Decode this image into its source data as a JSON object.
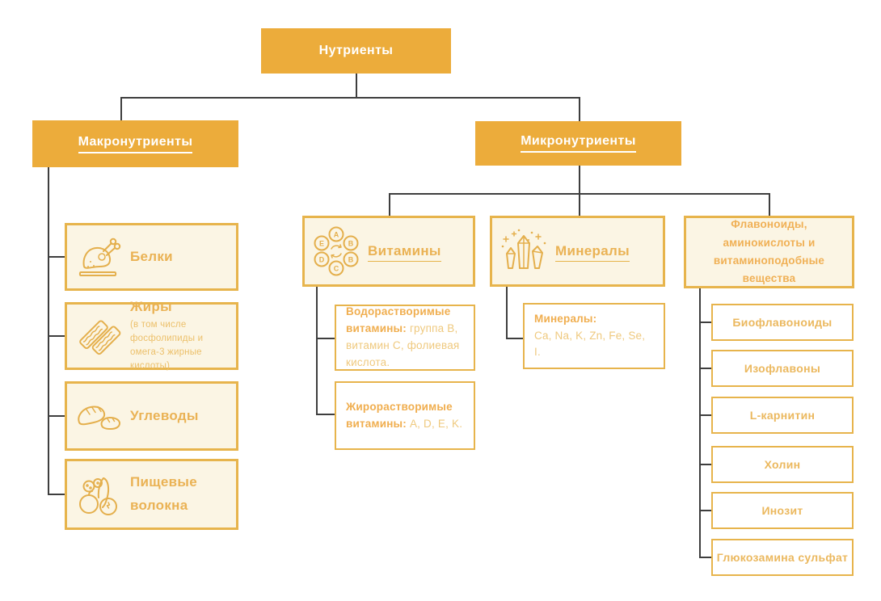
{
  "palette": {
    "accent_orange": "#ecac3b",
    "cream_fill": "#fbf5e4",
    "gold_border": "#e7b44c",
    "gold_text": "#eab254",
    "line_color": "#3e3e3e"
  },
  "root": {
    "label": "Нутриенты"
  },
  "branches": {
    "macro": {
      "label": "Макронутриенты",
      "children": [
        {
          "title": "Белки",
          "icon": "chicken-icon"
        },
        {
          "title": "Жиры",
          "subtitle": "(в том числе фосфолипиды и омега-3 жирные кислоты)",
          "icon": "bacon-icon"
        },
        {
          "title": "Углеводы",
          "icon": "bread-icon"
        },
        {
          "title": "Пищевые волокна",
          "icon": "fruits-icon"
        }
      ]
    },
    "micro": {
      "label": "Микронутриенты",
      "children": [
        {
          "title": "Витамины",
          "icon": "vitamins-icon",
          "icon_letters": [
            "A",
            "B",
            "B",
            "C",
            "D",
            "E"
          ],
          "sub": [
            {
              "heading": "Водорастворимые витамины:",
              "body": "группа B, витамин C, фолиевая кислота."
            },
            {
              "heading": "Жирорастворимые витамины:",
              "body": "A, D, E, K."
            }
          ]
        },
        {
          "title": "Минералы",
          "icon": "minerals-icon",
          "sub": [
            {
              "heading": "Минералы:",
              "body": "Ca, Na, K, Zn, Fe, Se, I."
            }
          ]
        },
        {
          "title": "Флавоноиды, аминокислоты и витаминоподобные вещества",
          "sub": [
            {
              "label": "Биофлавоноиды"
            },
            {
              "label": "Изофлавоны"
            },
            {
              "label": "L-карнитин"
            },
            {
              "label": "Холин"
            },
            {
              "label": "Инозит"
            },
            {
              "label": "Глюкозамина сульфат"
            }
          ]
        }
      ]
    }
  }
}
